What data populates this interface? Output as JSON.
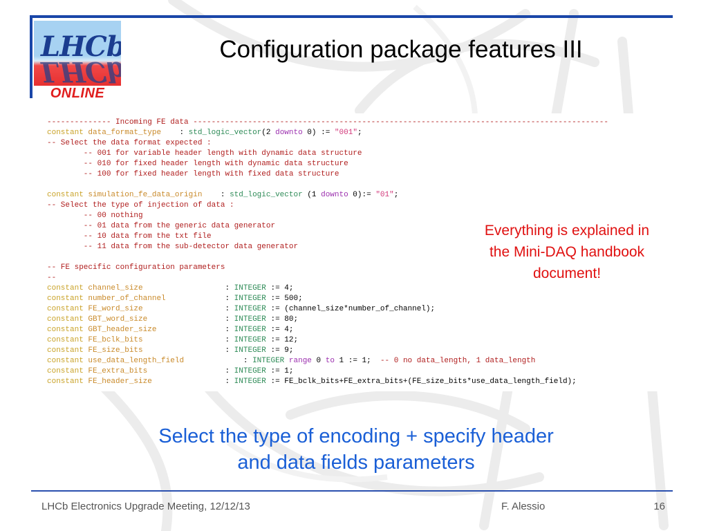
{
  "slide": {
    "title": "Configuration package features III",
    "note": [
      "Everything is explained in",
      "the Mini-DAQ handbook",
      "document!"
    ],
    "subtitle": [
      "Select the type of encoding + specify header",
      "and data fields parameters"
    ]
  },
  "logo": {
    "text": "LHCb",
    "online": "ONLINE"
  },
  "code": {
    "lines": [
      [
        {
          "c": "cm",
          "t": "-------------- Incoming FE data -------------------------------------------------------------------------------------------"
        }
      ],
      [
        {
          "c": "kw",
          "t": "constant"
        },
        {
          "c": "",
          "t": " "
        },
        {
          "c": "id",
          "t": "data_format_type"
        },
        {
          "c": "",
          "t": "    : "
        },
        {
          "c": "ty",
          "t": "std_logic_vector"
        },
        {
          "c": "",
          "t": "(2 "
        },
        {
          "c": "dt",
          "t": "downto"
        },
        {
          "c": "",
          "t": " 0) := "
        },
        {
          "c": "st",
          "t": "\"001\""
        },
        {
          "c": "",
          "t": ";"
        }
      ],
      [
        {
          "c": "cm",
          "t": "-- Select the data format expected :"
        }
      ],
      [
        {
          "c": "cm",
          "t": "        -- 001 for variable header length with dynamic data structure"
        }
      ],
      [
        {
          "c": "cm",
          "t": "        -- 010 for fixed header length with dynamic data structure"
        }
      ],
      [
        {
          "c": "cm",
          "t": "        -- 100 for fixed header length with fixed data structure"
        }
      ],
      [
        {
          "c": "",
          "t": ""
        }
      ],
      [
        {
          "c": "kw",
          "t": "constant"
        },
        {
          "c": "",
          "t": " "
        },
        {
          "c": "id",
          "t": "simulation_fe_data_origin"
        },
        {
          "c": "",
          "t": "    : "
        },
        {
          "c": "ty",
          "t": "std_logic_vector"
        },
        {
          "c": "",
          "t": " (1 "
        },
        {
          "c": "dt",
          "t": "downto"
        },
        {
          "c": "",
          "t": " 0):= "
        },
        {
          "c": "st",
          "t": "\"01\""
        },
        {
          "c": "",
          "t": ";"
        }
      ],
      [
        {
          "c": "cm",
          "t": "-- Select the type of injection of data :"
        }
      ],
      [
        {
          "c": "cm",
          "t": "        -- 00 nothing"
        }
      ],
      [
        {
          "c": "cm",
          "t": "        -- 01 data from the generic data generator"
        }
      ],
      [
        {
          "c": "cm",
          "t": "        -- 10 data from the txt file"
        }
      ],
      [
        {
          "c": "cm",
          "t": "        -- 11 data from the sub-detector data generator"
        }
      ],
      [
        {
          "c": "",
          "t": ""
        }
      ],
      [
        {
          "c": "cm",
          "t": "-- FE specific configuration parameters"
        }
      ],
      [
        {
          "c": "cm",
          "t": "--"
        }
      ],
      [
        {
          "c": "kw",
          "t": "constant"
        },
        {
          "c": "",
          "t": " "
        },
        {
          "c": "id",
          "t": "channel_size"
        },
        {
          "c": "",
          "t": "                  : "
        },
        {
          "c": "ty",
          "t": "INTEGER"
        },
        {
          "c": "",
          "t": " := 4;"
        }
      ],
      [
        {
          "c": "kw",
          "t": "constant"
        },
        {
          "c": "",
          "t": " "
        },
        {
          "c": "id",
          "t": "number_of_channel"
        },
        {
          "c": "",
          "t": "             : "
        },
        {
          "c": "ty",
          "t": "INTEGER"
        },
        {
          "c": "",
          "t": " := 500;"
        }
      ],
      [
        {
          "c": "kw",
          "t": "constant"
        },
        {
          "c": "",
          "t": " "
        },
        {
          "c": "id",
          "t": "FE_word_size"
        },
        {
          "c": "",
          "t": "                  : "
        },
        {
          "c": "ty",
          "t": "INTEGER"
        },
        {
          "c": "",
          "t": " := (channel_size*number_of_channel);"
        }
      ],
      [
        {
          "c": "kw",
          "t": "constant"
        },
        {
          "c": "",
          "t": " "
        },
        {
          "c": "id",
          "t": "GBT_word_size"
        },
        {
          "c": "",
          "t": "                 : "
        },
        {
          "c": "ty",
          "t": "INTEGER"
        },
        {
          "c": "",
          "t": " := 80;"
        }
      ],
      [
        {
          "c": "kw",
          "t": "constant"
        },
        {
          "c": "",
          "t": " "
        },
        {
          "c": "id",
          "t": "GBT_header_size"
        },
        {
          "c": "",
          "t": "               : "
        },
        {
          "c": "ty",
          "t": "INTEGER"
        },
        {
          "c": "",
          "t": " := 4;"
        }
      ],
      [
        {
          "c": "kw",
          "t": "constant"
        },
        {
          "c": "",
          "t": " "
        },
        {
          "c": "id",
          "t": "FE_bclk_bits"
        },
        {
          "c": "",
          "t": "                  : "
        },
        {
          "c": "ty",
          "t": "INTEGER"
        },
        {
          "c": "",
          "t": " := 12;"
        }
      ],
      [
        {
          "c": "kw",
          "t": "constant"
        },
        {
          "c": "",
          "t": " "
        },
        {
          "c": "id",
          "t": "FE_size_bits"
        },
        {
          "c": "",
          "t": "                  : "
        },
        {
          "c": "ty",
          "t": "INTEGER"
        },
        {
          "c": "",
          "t": " := 9;"
        }
      ],
      [
        {
          "c": "kw",
          "t": "constant"
        },
        {
          "c": "",
          "t": " "
        },
        {
          "c": "id",
          "t": "use_data_length_field"
        },
        {
          "c": "",
          "t": "             : "
        },
        {
          "c": "ty",
          "t": "INTEGER"
        },
        {
          "c": "",
          "t": " "
        },
        {
          "c": "dt",
          "t": "range"
        },
        {
          "c": "",
          "t": " 0 "
        },
        {
          "c": "dt",
          "t": "to"
        },
        {
          "c": "",
          "t": " 1 := 1;  "
        },
        {
          "c": "cm",
          "t": "-- 0 no data_length, 1 data_length"
        }
      ],
      [
        {
          "c": "kw",
          "t": "constant"
        },
        {
          "c": "",
          "t": " "
        },
        {
          "c": "id",
          "t": "FE_extra_bits"
        },
        {
          "c": "",
          "t": "                 : "
        },
        {
          "c": "ty",
          "t": "INTEGER"
        },
        {
          "c": "",
          "t": " := 1;"
        }
      ],
      [
        {
          "c": "kw",
          "t": "constant"
        },
        {
          "c": "",
          "t": " "
        },
        {
          "c": "id",
          "t": "FE_header_size"
        },
        {
          "c": "",
          "t": "                : "
        },
        {
          "c": "ty",
          "t": "INTEGER"
        },
        {
          "c": "",
          "t": " := FE_bclk_bits+FE_extra_bits+(FE_size_bits*use_data_length_field);"
        }
      ]
    ]
  },
  "footer": {
    "left": "LHCb Electronics Upgrade Meeting, 12/12/13",
    "author": "F. Alessio",
    "page": "16"
  },
  "colors": {
    "title": "#000000",
    "accent_blue": "#1a5fd6",
    "frame_blue": "#1a46a8",
    "note_red": "#e01010"
  }
}
